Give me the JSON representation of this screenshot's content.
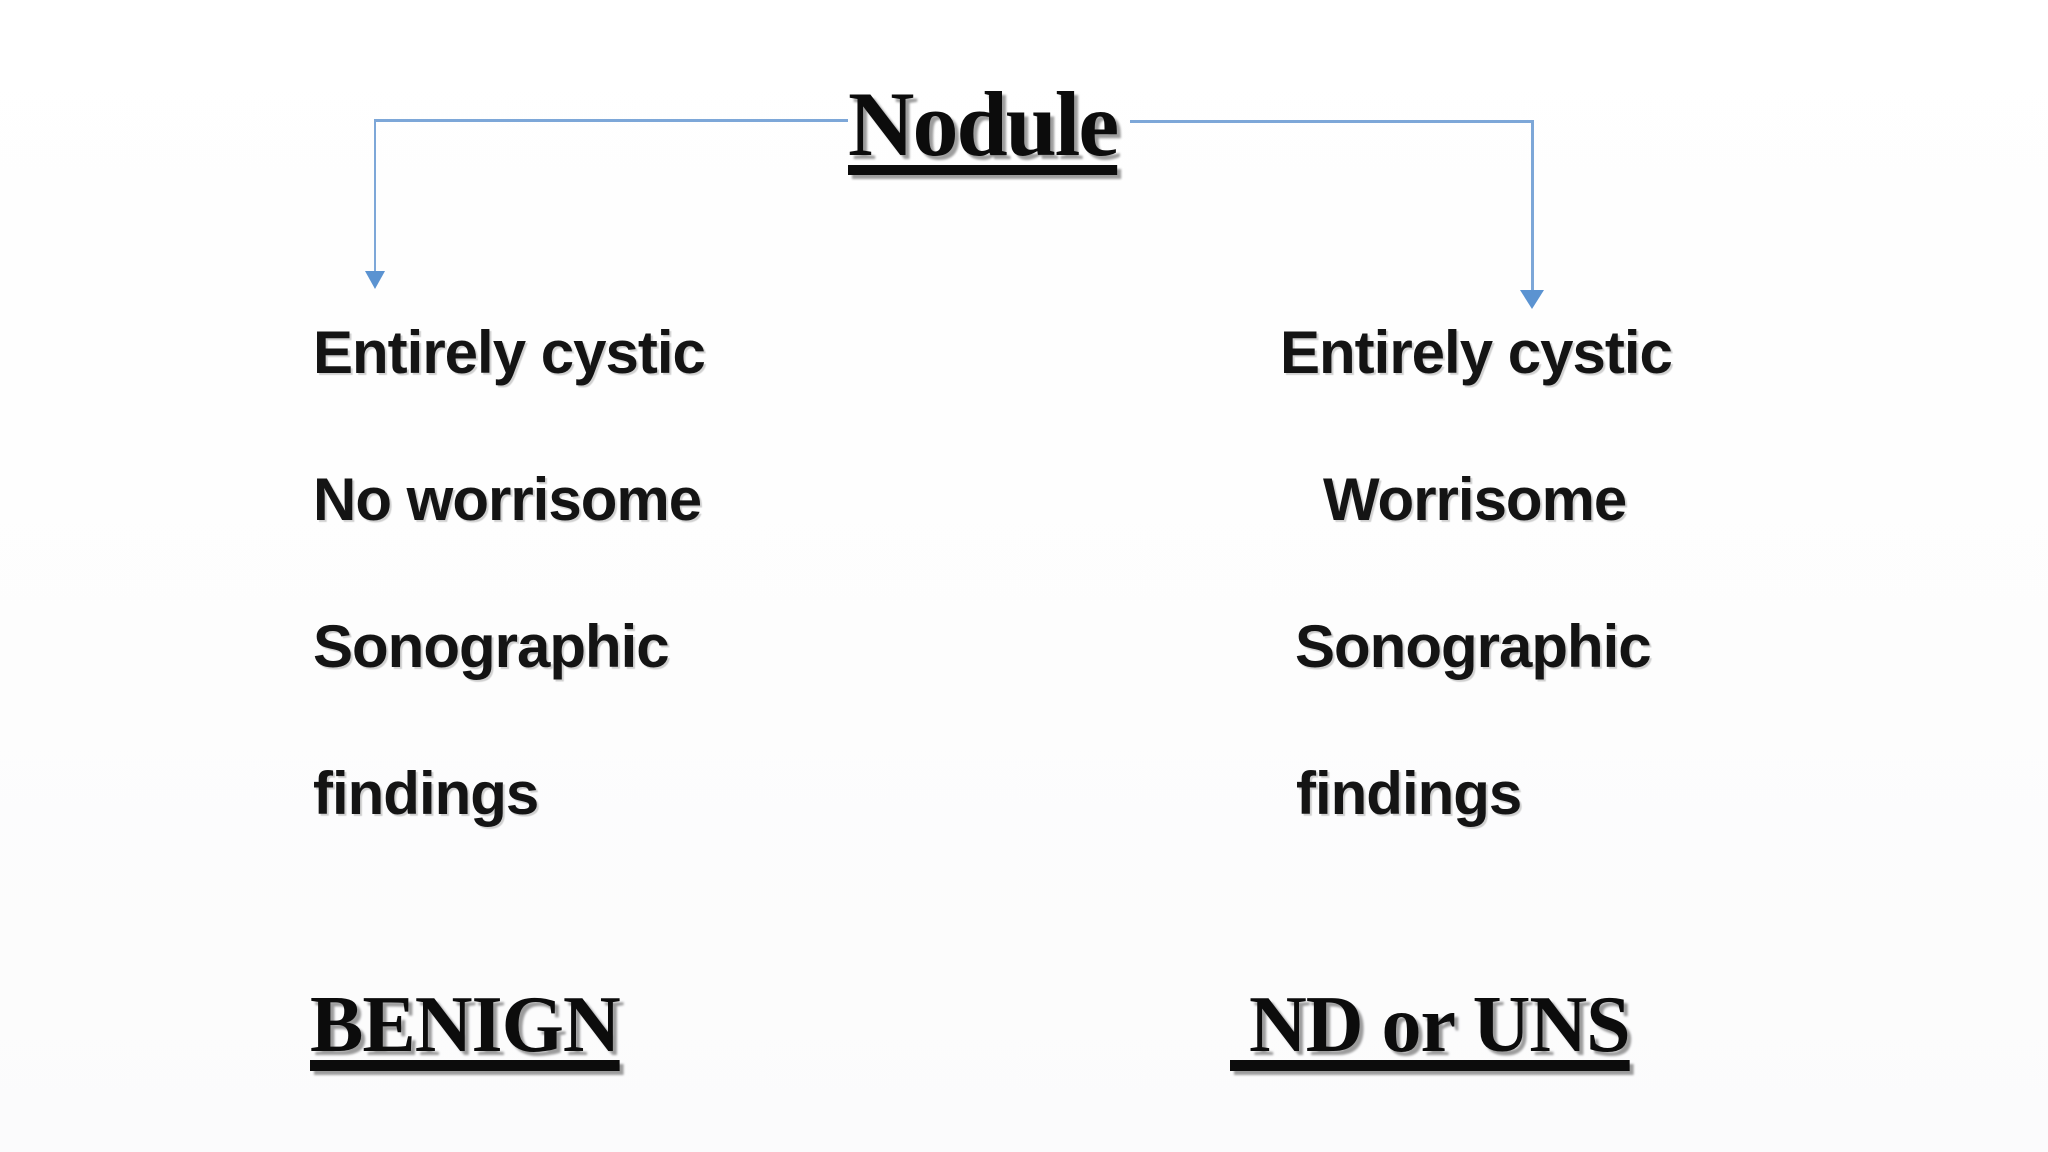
{
  "title": {
    "text": "Nodule"
  },
  "connector": {
    "line_color": "#7da7d8",
    "arrow_color": "#5b93d1"
  },
  "left_branch": {
    "lines": [
      "Entirely cystic",
      "No worrisome",
      "Sonographic",
      "findings"
    ],
    "result": "BENIGN"
  },
  "right_branch": {
    "lines": [
      "Entirely cystic",
      "Worrisome",
      "Sonographic",
      "findings"
    ],
    "result": " ND or UNS"
  },
  "colors": {
    "text": "#0c0c0c",
    "background": "#ffffff"
  }
}
